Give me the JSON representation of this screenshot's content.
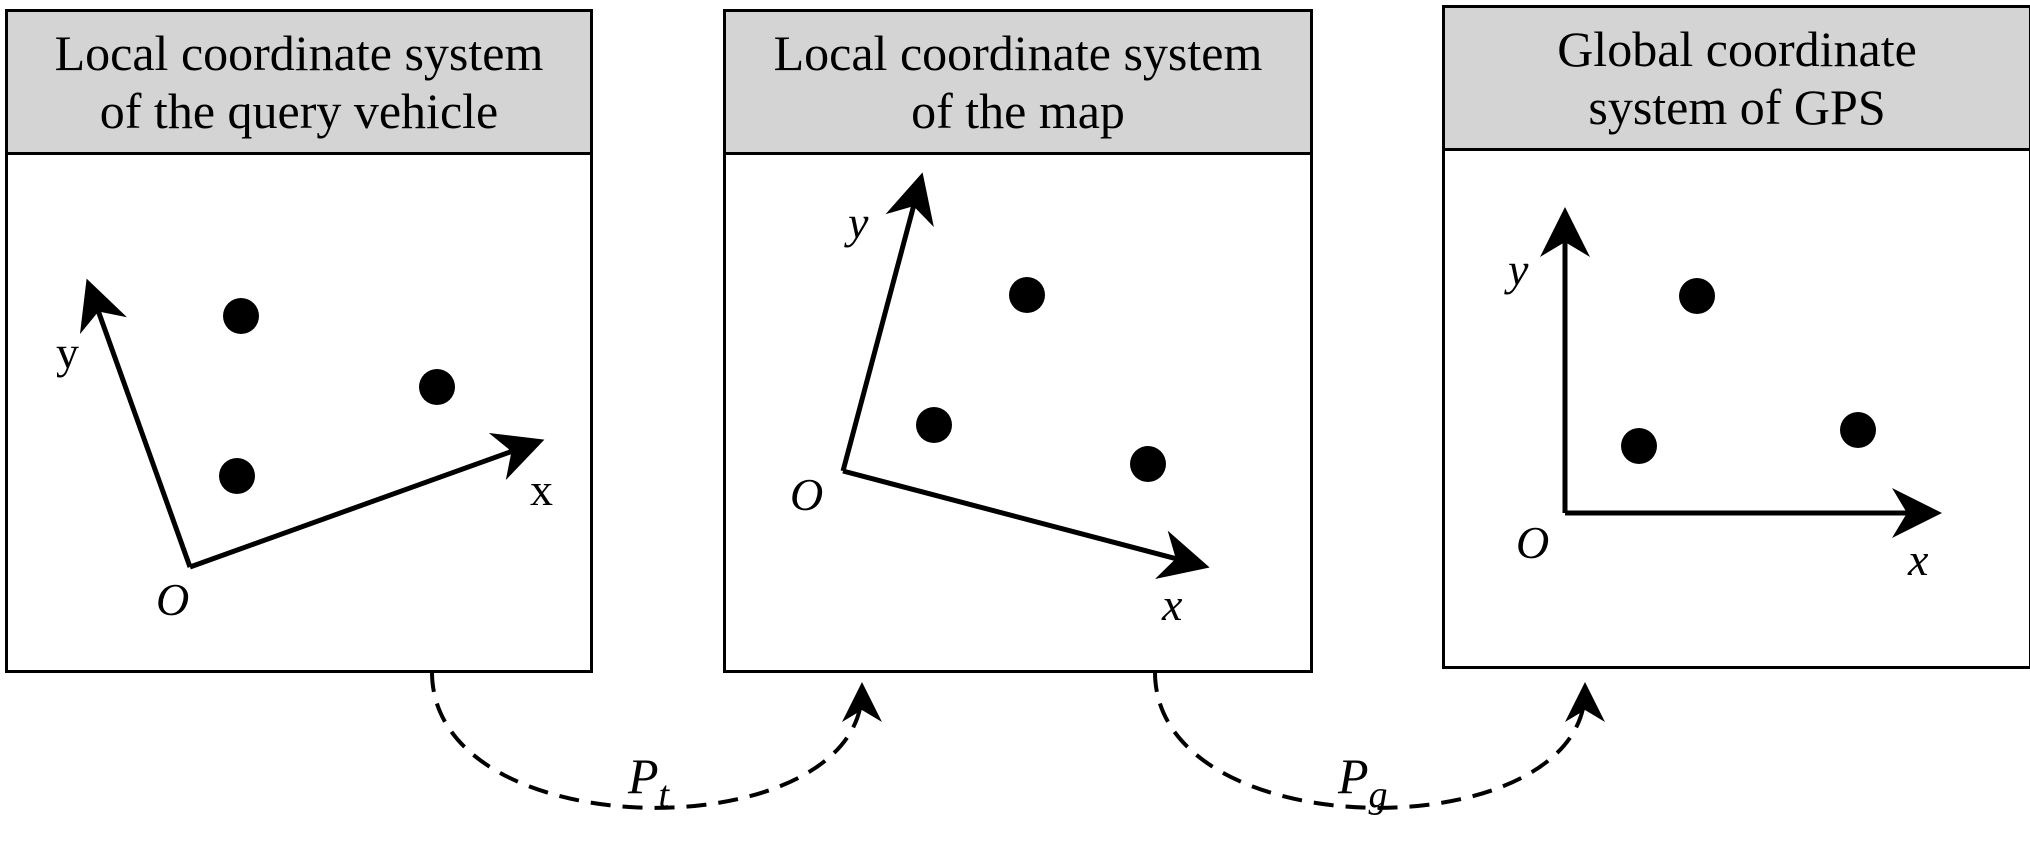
{
  "panels": [
    {
      "title_line1": "Local coordinate system",
      "title_line2": "of the query vehicle",
      "x_label": "x",
      "y_label": "y",
      "origin_label": "O"
    },
    {
      "title_line1": "Local coordinate system",
      "title_line2": "of the map",
      "x_label": "x",
      "y_label": "y",
      "origin_label": "O"
    },
    {
      "title_line1": "Global coordinate",
      "title_line2": "system of GPS",
      "x_label": "x",
      "y_label": "y",
      "origin_label": "O"
    }
  ],
  "transforms": [
    {
      "symbol": "P",
      "subscript": "t"
    },
    {
      "symbol": "P",
      "subscript": "g"
    }
  ],
  "colors": {
    "header_bg": "#d4d4d4",
    "stroke": "#000000"
  }
}
